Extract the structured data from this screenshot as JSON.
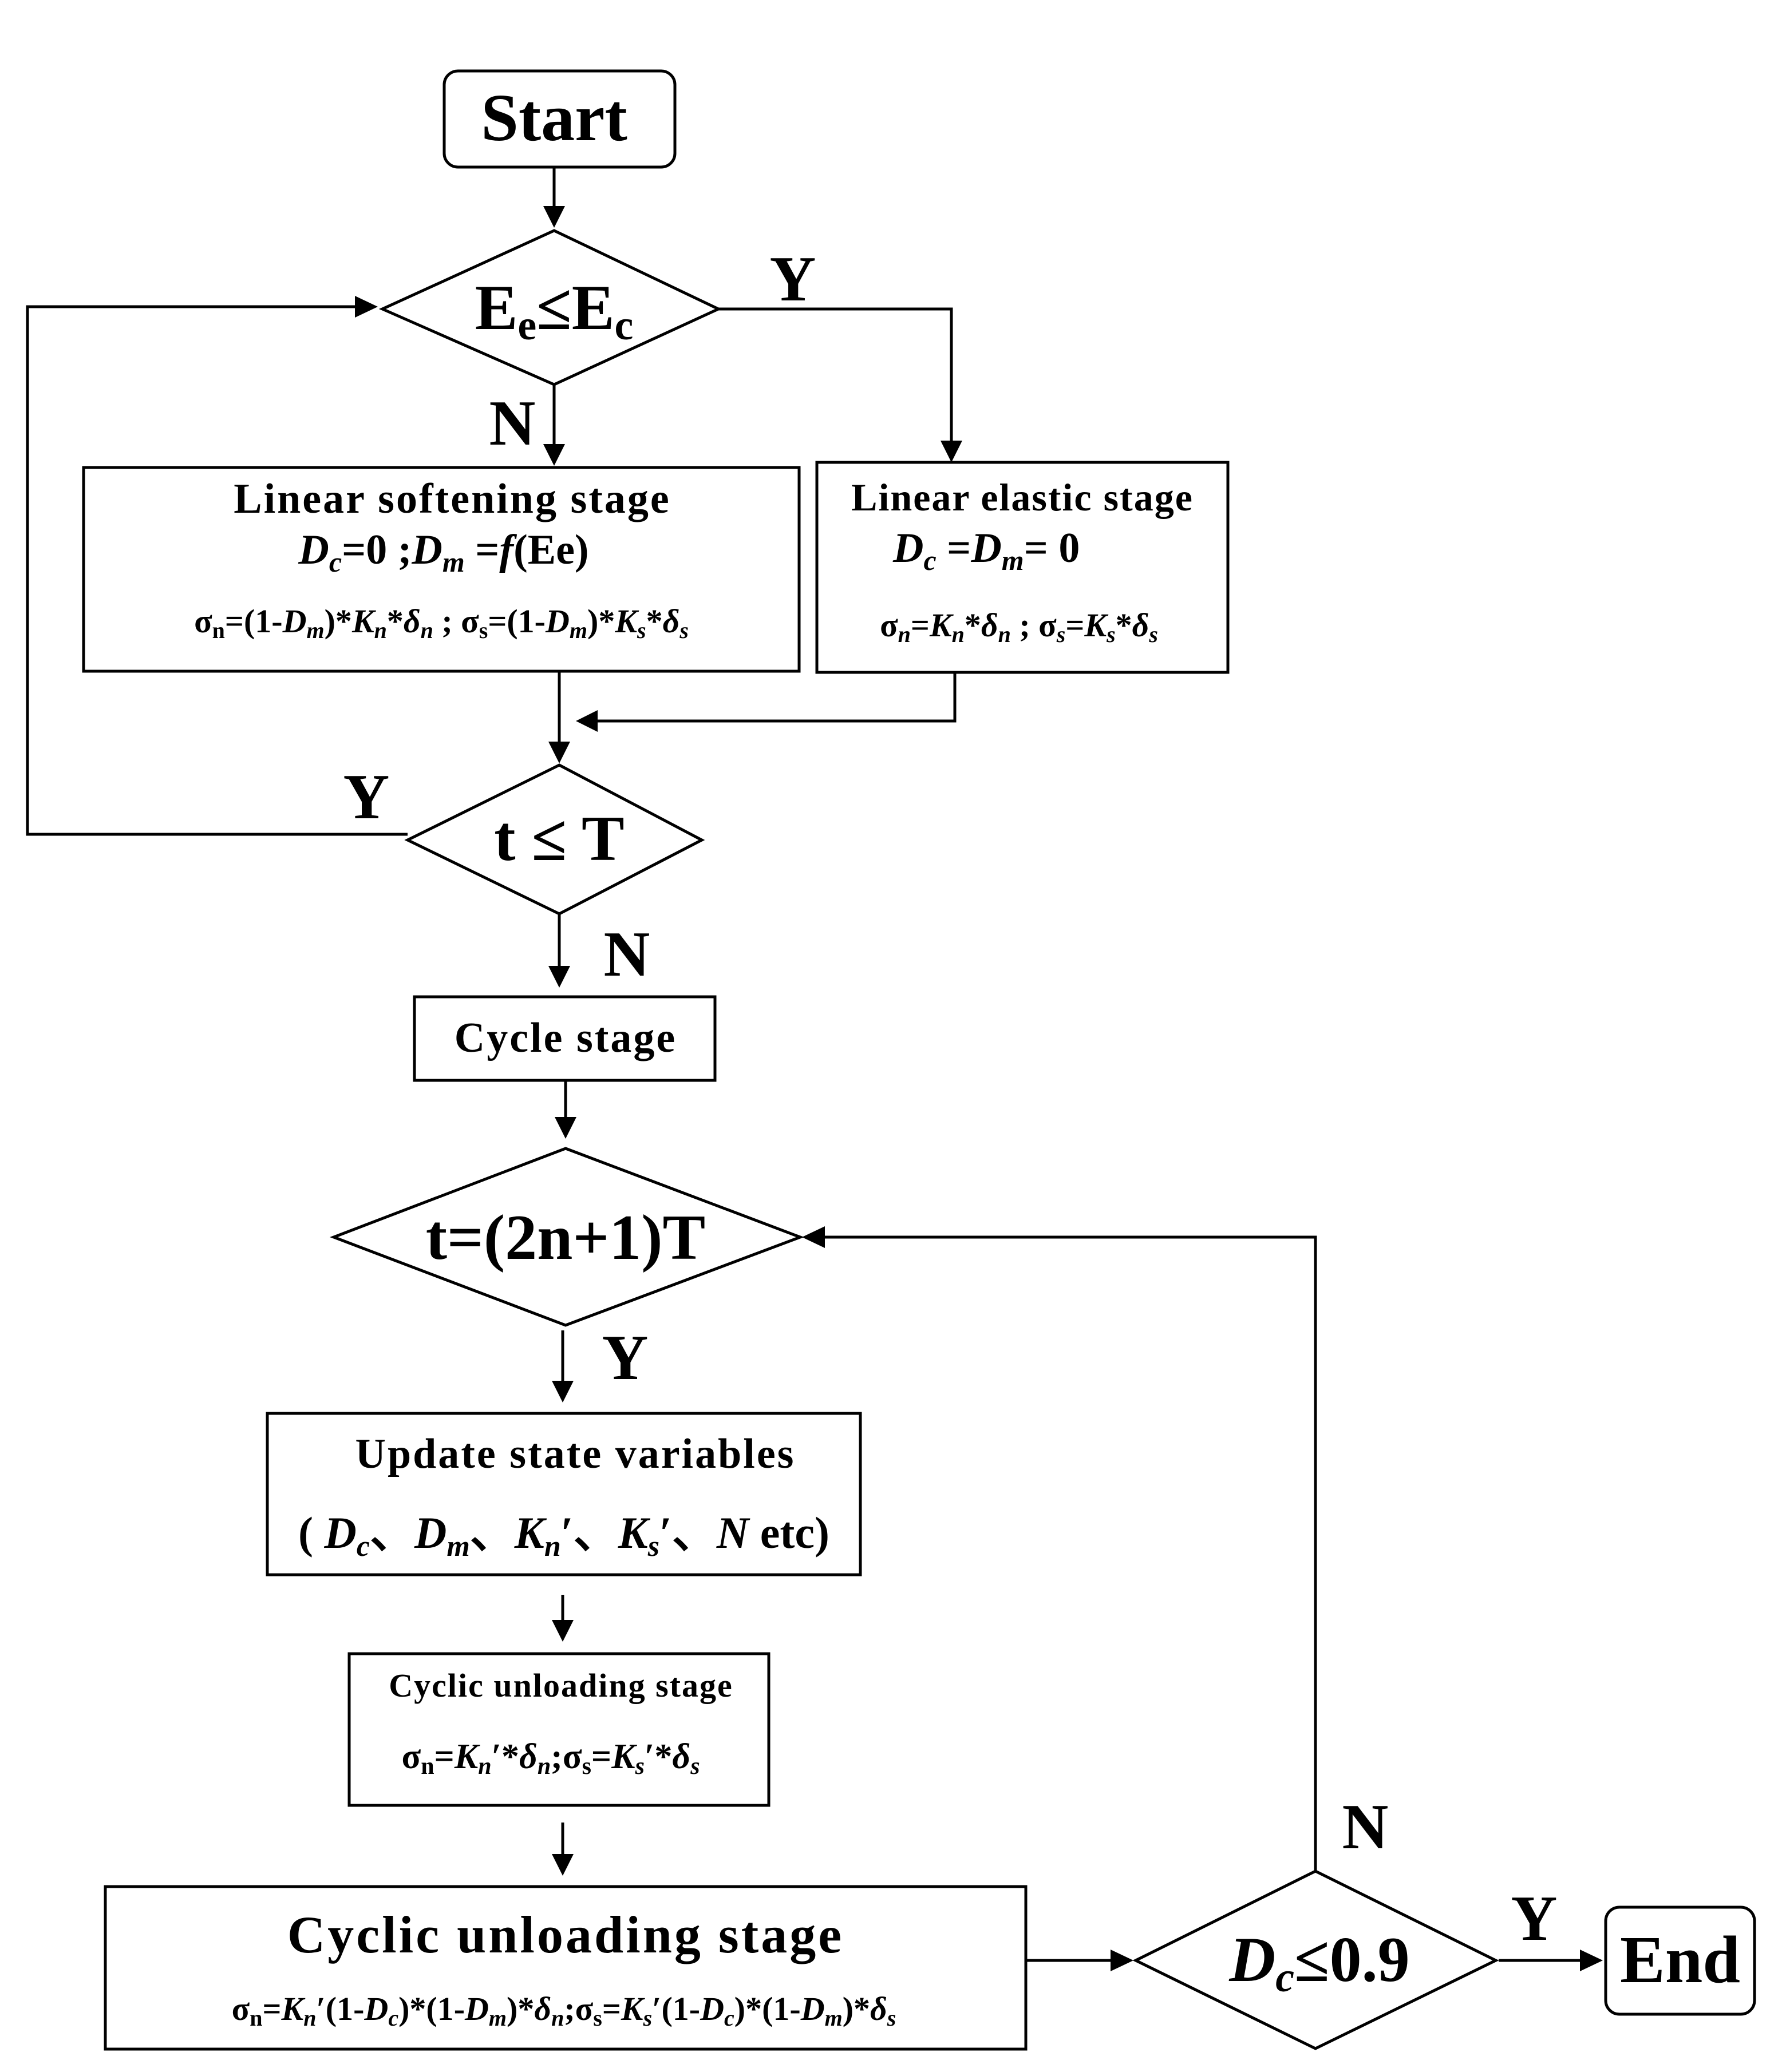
{
  "nodes": {
    "start": "Start",
    "d1": {
      "e1": "E",
      "s1": "e",
      "op": "≤",
      "e2": "E",
      "s2": "c"
    },
    "softening": {
      "title": "Linear softening stage",
      "dc": "D",
      "dc_sub": "c",
      "dc_eq": "=0 ;",
      "dm": "D",
      "dm_sub": "m",
      "dm_eq": " =",
      "f": "f",
      "f_arg": "(Ee)",
      "sn": "σ",
      "sn_sub": "n",
      "sn_a": "=(1-",
      "sn_dm": "D",
      "sn_dm_sub": "m",
      "sn_b": ")*",
      "sn_k": "K",
      "sn_k_sub": "n",
      "sn_c": "*",
      "sn_d": "δ",
      "sn_d_sub": "n",
      "sep": " ; ",
      "ss": "σ",
      "ss_sub": "s",
      "ss_a": "=(1-",
      "ss_dm": "D",
      "ss_dm_sub": "m",
      "ss_b": ")*",
      "ss_k": "K",
      "ss_k_sub": "s",
      "ss_c": "*",
      "ss_d": "δ",
      "ss_d_sub": "s"
    },
    "elastic": {
      "title": "Linear elastic stage",
      "dc": "D",
      "dc_sub": "c",
      "mid": " =",
      "dm": "D",
      "dm_sub": "m",
      "end": "= 0",
      "sn": "σ",
      "sn_sub": "n",
      "sn_a": "=",
      "sn_k": "K",
      "sn_k_sub": "n",
      "sn_b": "*",
      "sn_d": "δ",
      "sn_d_sub": "n",
      "sep": " ; ",
      "ss": "σ",
      "ss_sub": "s",
      "ss_a": "=",
      "ss_k": "K",
      "ss_k_sub": "s",
      "ss_b": "*",
      "ss_d": "δ",
      "ss_d_sub": "s"
    },
    "d2": "t ≤ T",
    "cycle": "Cycle stage",
    "d3": "t=(2n+1)T",
    "update": {
      "title": "Update state variables",
      "open": "( ",
      "dc": "D",
      "dc_sub": "c",
      "sep1": "、",
      "dm": "D",
      "dm_sub": "m",
      "sep2": "、",
      "kn": "K",
      "kn_sub": "n",
      "kn_p": "′",
      "sep3": "、",
      "ks": "K",
      "ks_sub": "s",
      "ks_p": "′",
      "sep4": "、",
      "n": "N",
      "close": " etc)"
    },
    "unload1": {
      "title": "Cyclic unloading stage",
      "sn": "σ",
      "sn_sub": "n",
      "sn_a": "=",
      "kn": "K",
      "kn_sub": "n",
      "kn_p": "′",
      "sn_b": "*",
      "dn": "δ",
      "dn_sub": "n",
      "sep": ";",
      "ss": "σ",
      "ss_sub": "s",
      "ss_a": "=",
      "ks": "K",
      "ks_sub": "s",
      "ks_p": "′",
      "ss_b": "*",
      "ds": "δ",
      "ds_sub": "s"
    },
    "unload2": {
      "title": "Cyclic unloading stage",
      "sn": "σ",
      "sn_sub": "n",
      "sn_a": "=",
      "kn": "K",
      "kn_sub": "n",
      "kn_p": "′",
      "p1": "(1-",
      "dc": "D",
      "dc_sub": "c",
      "p2": ")*(1-",
      "dm": "D",
      "dm_sub": "m",
      "p3": ")*",
      "dn": "δ",
      "dn_sub": "n",
      "sep": ";",
      "ss": "σ",
      "ss_sub": "s",
      "ss_a": "=",
      "ks": "K",
      "ks_sub": "s",
      "ks_p": "′",
      "q1": "(1-",
      "dc2": "D",
      "dc2_sub": "c",
      "q2": ")*(1-",
      "dm2": "D",
      "dm2_sub": "m",
      "q3": ")*",
      "ds": "δ",
      "ds_sub": "s"
    },
    "d4": {
      "d": "D",
      "sub": "c",
      "rest": "≤0.9"
    },
    "end": "End"
  },
  "edge_labels": {
    "d1_yes": "Y",
    "d1_no": "N",
    "d2_yes": "Y",
    "d2_no": "N",
    "d3_yes": "Y",
    "d4_no": "N",
    "d4_yes": "Y"
  }
}
